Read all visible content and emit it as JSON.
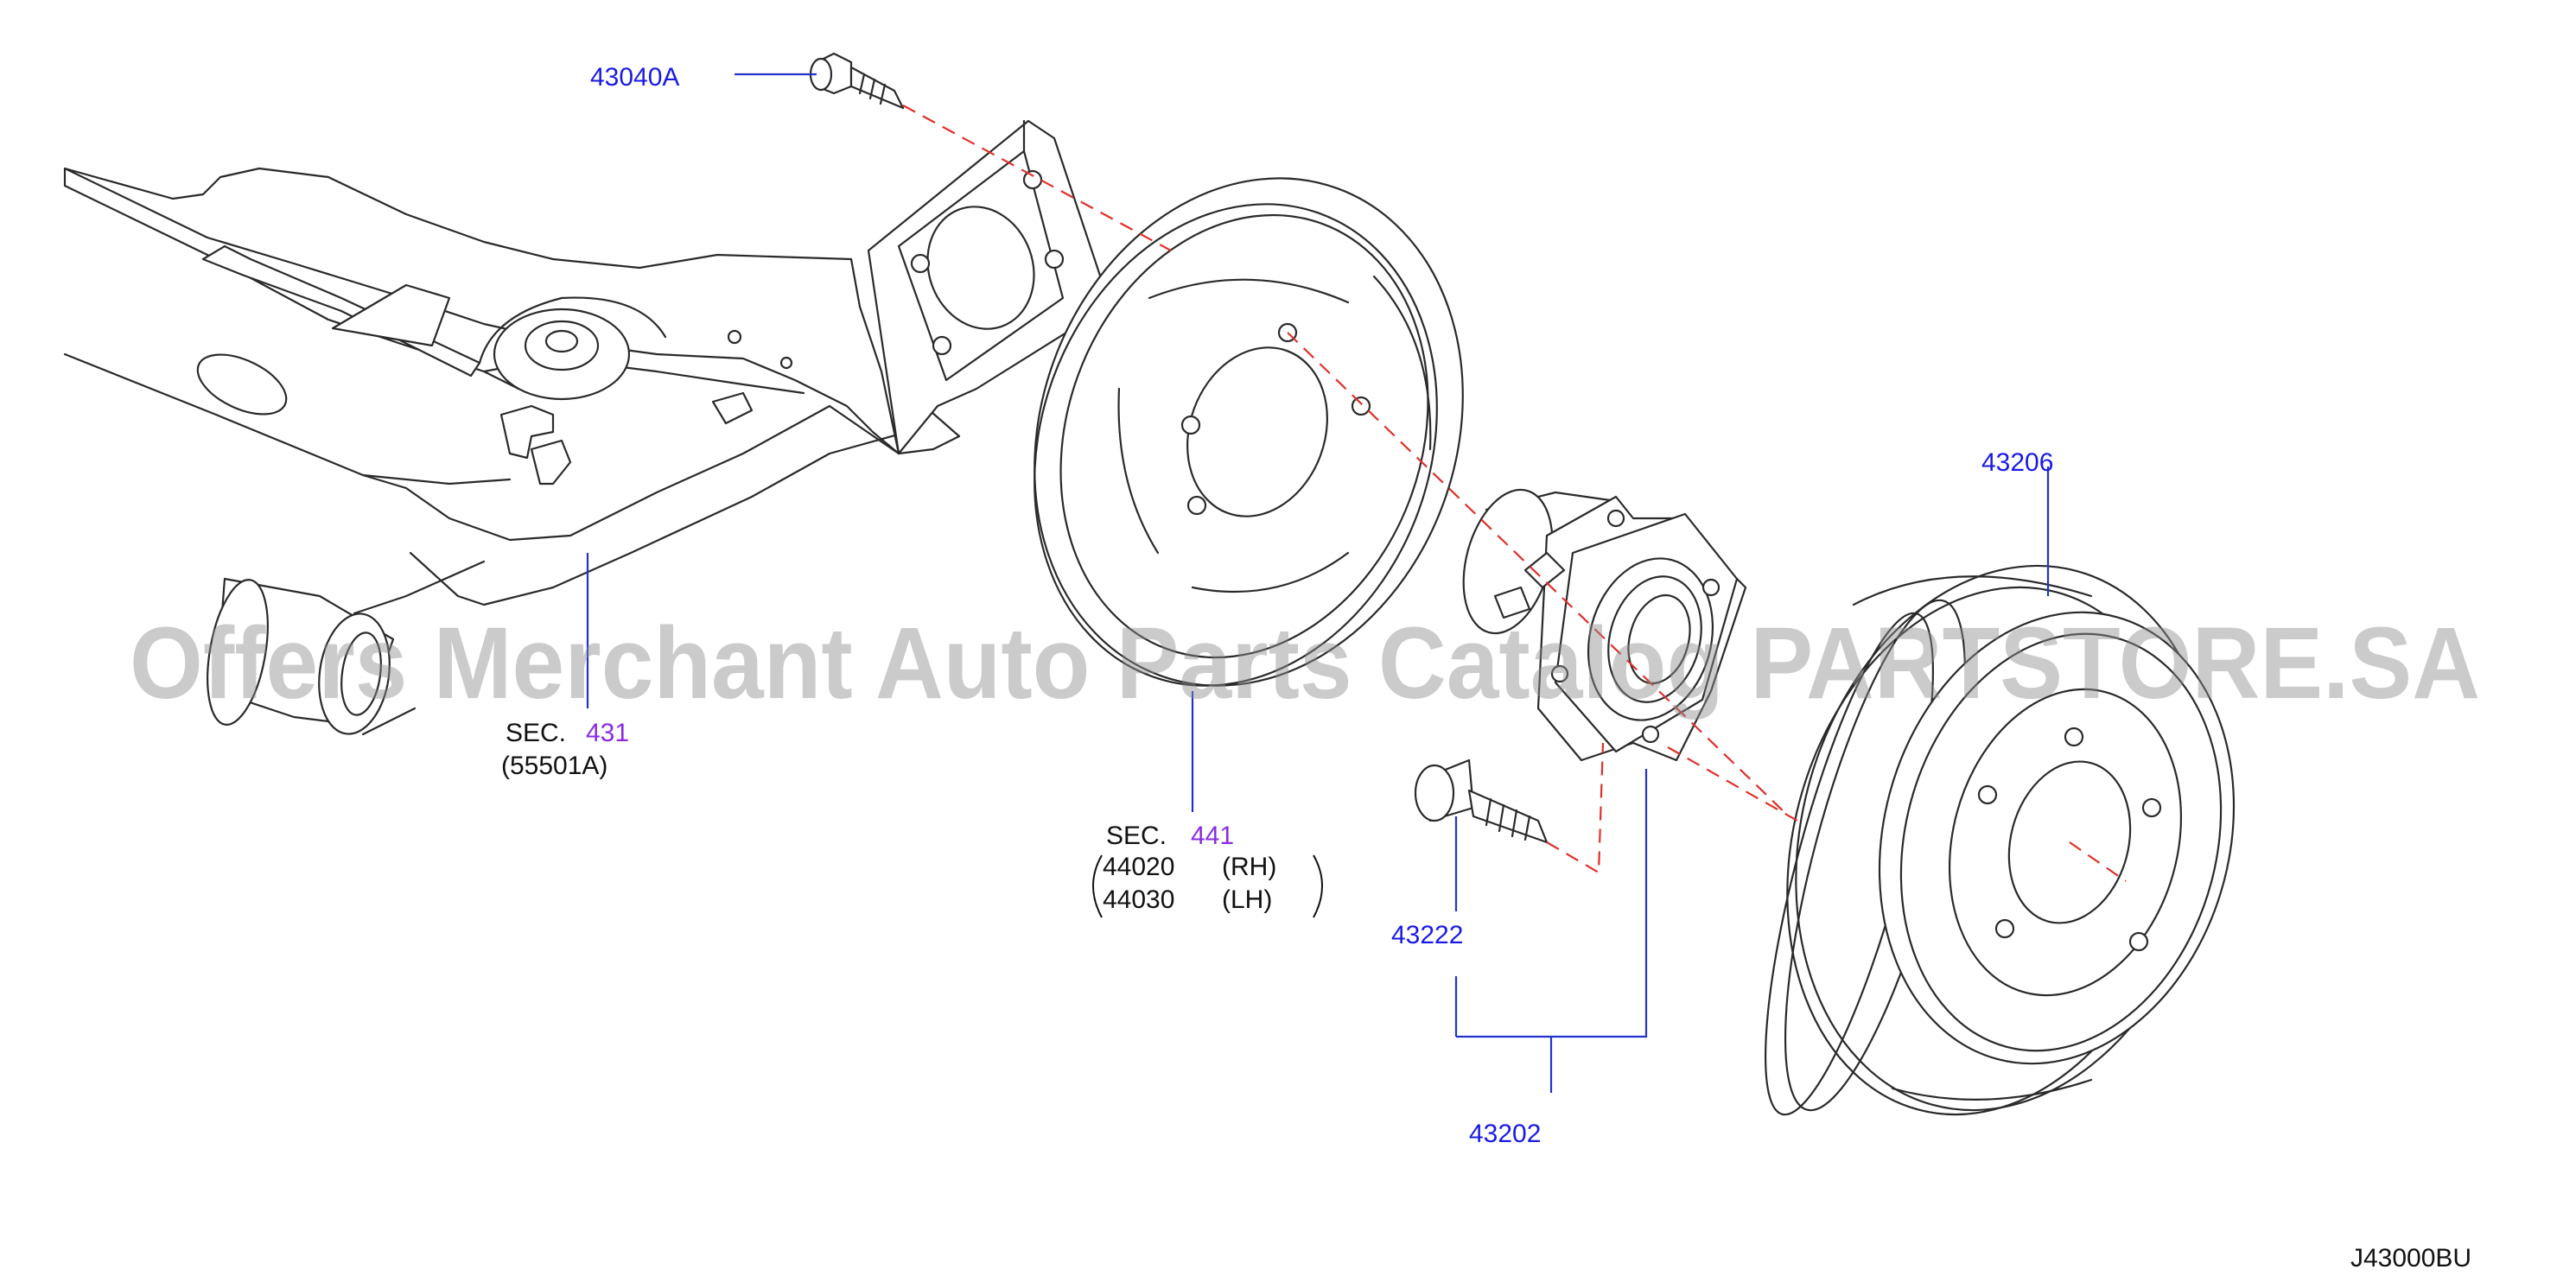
{
  "labels": {
    "bolt_top": "43040A",
    "sec431_prefix": "SEC.",
    "sec431_num": "431",
    "sec431_sub": "(55501A)",
    "sec441_prefix": "SEC.",
    "sec441_num": "441",
    "rh_part": "44020",
    "rh_side": "(RH)",
    "lh_part": "44030",
    "lh_side": "(LH)",
    "drum": "43206",
    "hub_bolt": "43222",
    "hub_assembly": "43202",
    "diagram_code": "J43000BU"
  },
  "watermark": "Offers Merchant Auto Parts Catalog PARTSTORE.SA",
  "colors": {
    "part_label": "#1a1ae6",
    "section_number": "#8a2be2",
    "leader_line": "#2233cc",
    "centerline": "#e0302a",
    "watermark": "#8c8c8c"
  }
}
